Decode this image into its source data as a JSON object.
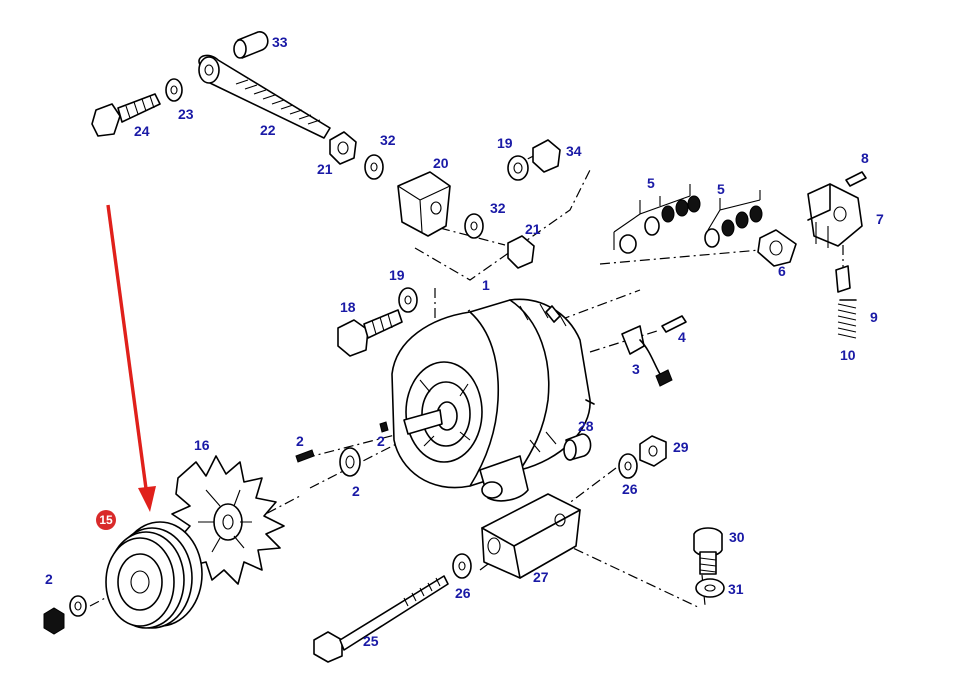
{
  "diagram": {
    "highlight": {
      "label": "15",
      "color": "#d92a2a"
    },
    "arrow_color": "#e0201b",
    "label_color": "#1a1aa6",
    "labels": {
      "l1": "1",
      "l2a": "2",
      "l2b": "2",
      "l2c": "2",
      "l2d": "2",
      "l3": "3",
      "l4": "4",
      "l5a": "5",
      "l5b": "5",
      "l6": "6",
      "l7": "7",
      "l8": "8",
      "l9": "9",
      "l10": "10",
      "l16": "16",
      "l18": "18",
      "l19a": "19",
      "l19b": "19",
      "l20": "20",
      "l21a": "21",
      "l21b": "21",
      "l22": "22",
      "l23": "23",
      "l24": "24",
      "l25": "25",
      "l26a": "26",
      "l26b": "26",
      "l27": "27",
      "l28": "28",
      "l29": "29",
      "l30": "30",
      "l31": "31",
      "l32a": "32",
      "l32b": "32",
      "l33": "33",
      "l34": "34"
    }
  }
}
